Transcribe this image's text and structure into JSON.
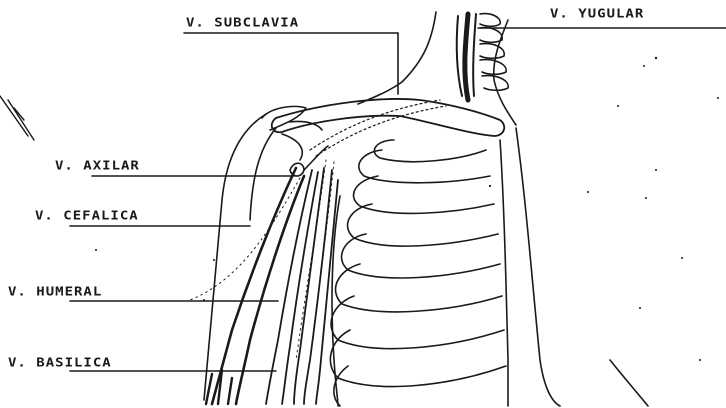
{
  "labels": {
    "subclavia": "V. SUBCLAVIA",
    "yugular": "V. YUGULAR",
    "axilar": "V. AXILAR",
    "cefalica": "V. CEFALICA",
    "humeral": "V. HUMERAL",
    "basilica": "V. BASILICA"
  },
  "colors": {
    "ink": "#1a1a1a",
    "background": "#ffffff"
  }
}
